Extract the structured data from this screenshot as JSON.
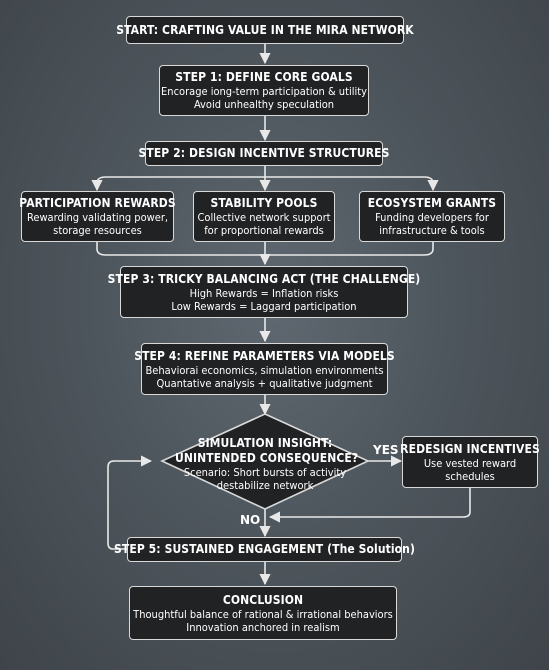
{
  "start": {
    "title": "START: CRAFTING VALUE IN THE MIRA NETWORK"
  },
  "step1": {
    "title": "STEP 1: DEFINE CORE GOALS",
    "lines": [
      "Encorage iong-term participation & utility",
      "Avoid unhealthy speculation"
    ]
  },
  "step2": {
    "title": "STEP 2: DESIGN INCENTIVE STRUCTURES"
  },
  "branches": [
    {
      "title": "PARTICIPATION REWARDS",
      "lines": [
        "Rewarding validating power,",
        "storage resources"
      ]
    },
    {
      "title": "STABILITY POOLS",
      "lines": [
        "Collective network support",
        "for proportional rewards"
      ]
    },
    {
      "title": "ECOSYSTEM GRANTS",
      "lines": [
        "Funding developers for",
        "infrastructure & tools"
      ]
    }
  ],
  "step3": {
    "title": "STEP 3: TRICKY BALANCING ACT (THE CHALLENGE)",
    "lines": [
      "High Rewards = Inflation risks",
      "Low Rewards = Laggard participation"
    ]
  },
  "step4": {
    "title": "STEP 4: REFINE PARAMETERS VIA MODELS",
    "lines": [
      "Behaviorai economics, simulation environments",
      "Quantative analysis + qualitative judgment"
    ]
  },
  "decision": {
    "title_lines": [
      "SIMULATION INSIGHT:",
      "UNINTENDED CONSEQUENCE?"
    ],
    "lines": [
      "Scenario: Short bursts of activity",
      "destabilize network"
    ]
  },
  "labels": {
    "yes": "YES",
    "no": "NO"
  },
  "redesign": {
    "title": "REDESIGN INCENTIVES",
    "lines": [
      "Use vested reward",
      "schedules"
    ]
  },
  "step5": {
    "title": "STEP 5: SUSTAINED ENGAGEMENT (The Solution)"
  },
  "conclusion": {
    "title": "CONCLUSION",
    "lines": [
      "Thoughtful balance of rational & irrational behaviors",
      "Innovation anchored in realism"
    ]
  }
}
